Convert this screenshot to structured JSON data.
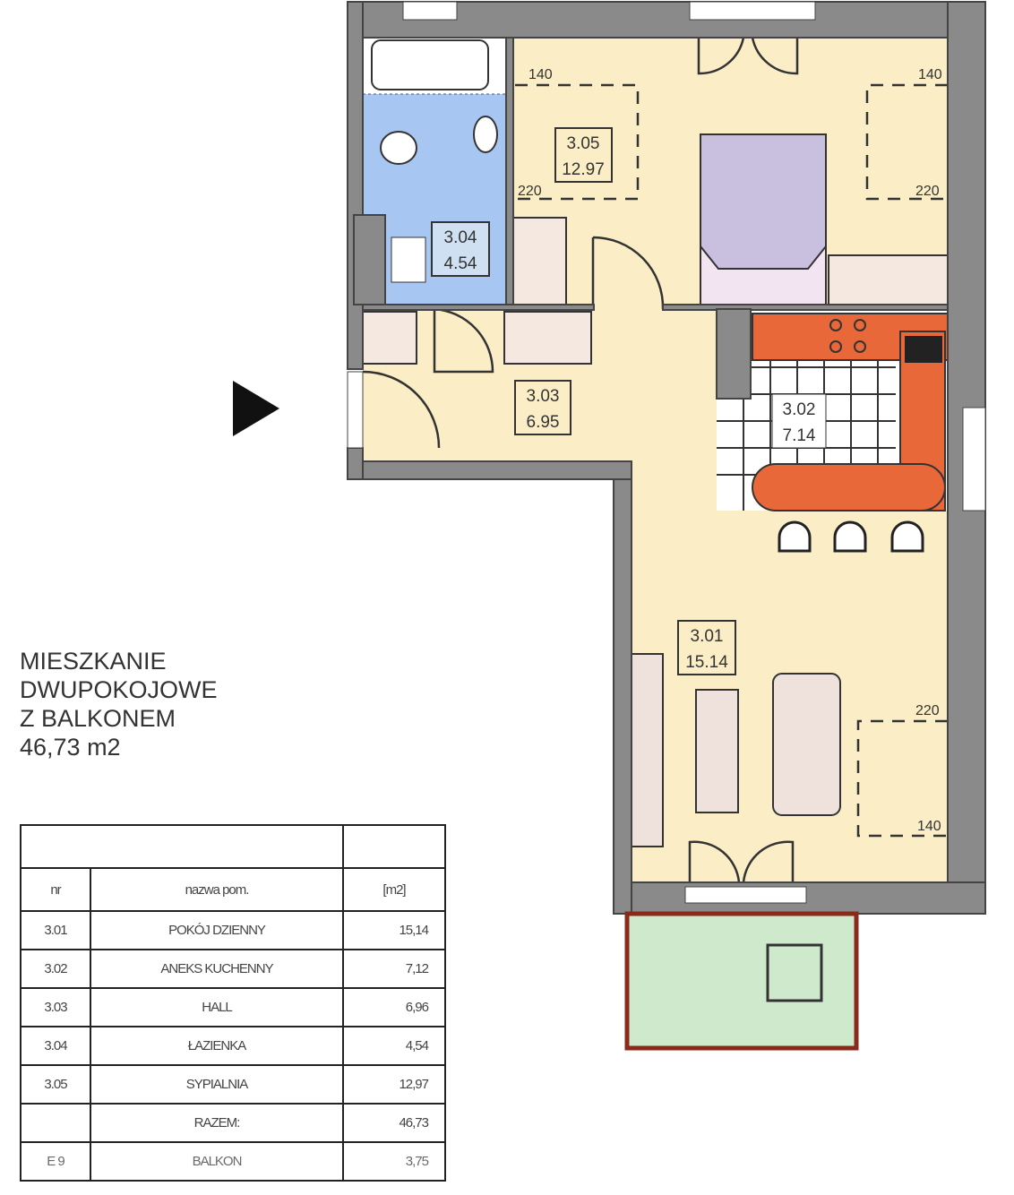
{
  "apartment": {
    "title_lines": [
      "MIESZKANIE",
      "DWUPOKOJOWE",
      "Z BALKONEM"
    ],
    "area": "46,73 m2"
  },
  "rooms": [
    {
      "nr": "3.01",
      "area": "15.14"
    },
    {
      "nr": "3.02",
      "area": "7.14"
    },
    {
      "nr": "3.03",
      "area": "6.95"
    },
    {
      "nr": "3.04",
      "area": "4.54"
    },
    {
      "nr": "3.05",
      "area": "12.97"
    }
  ],
  "dimensions": {
    "d140": "140",
    "d220": "220"
  },
  "table": {
    "headers": {
      "nr": "nr",
      "name": "nazwa pom.",
      "unit": "[m2]"
    },
    "rows": [
      {
        "nr": "3.01",
        "name": "POKÓJ DZIENNY",
        "area": "15,14"
      },
      {
        "nr": "3.02",
        "name": "ANEKS KUCHENNY",
        "area": "7,12"
      },
      {
        "nr": "3.03",
        "name": "HALL",
        "area": "6,96"
      },
      {
        "nr": "3.04",
        "name": "ŁAZIENKA",
        "area": "4,54"
      },
      {
        "nr": "3.05",
        "name": "SYPIALNIA",
        "area": "12,97"
      },
      {
        "nr": "",
        "name": "RAZEM:",
        "area": "46,73"
      },
      {
        "nr": "E 9",
        "name": "BALKON",
        "area": "3,75"
      }
    ]
  },
  "colors": {
    "wall": "#8a8a8a",
    "floor": "#fbeec6",
    "bath": "#a8c6f2",
    "kitchen": "#e8683a",
    "bed": "#c9c0e0",
    "balcony": "#cfe9cc"
  }
}
